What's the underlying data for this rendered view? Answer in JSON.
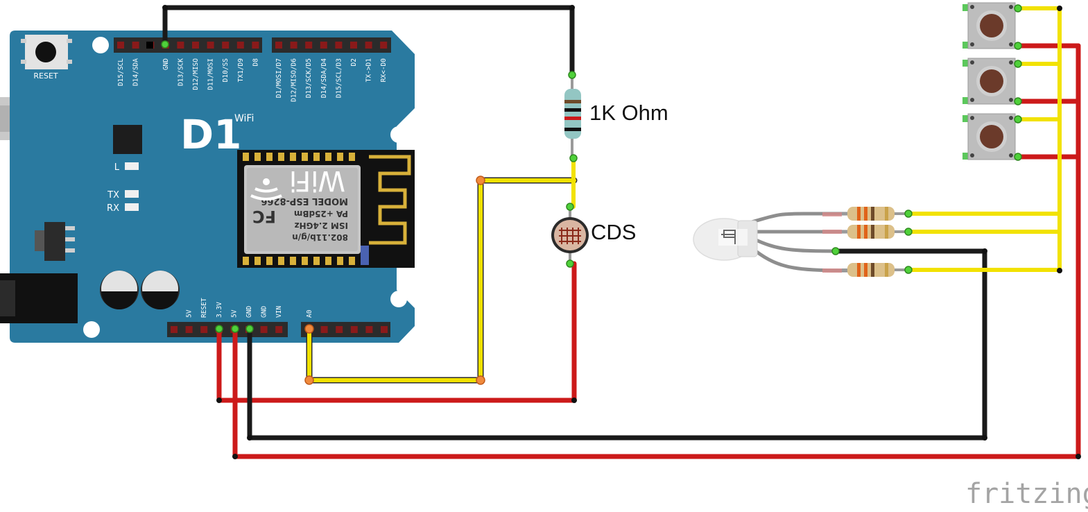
{
  "board": {
    "logo": "D1",
    "logo_sup": "WiFi",
    "reset_label": "RESET",
    "led_labels": [
      "L",
      "TX",
      "RX"
    ],
    "top_header_left": [
      "D15/SCL",
      "D14/SDA",
      "",
      "GND",
      "D13/SCK",
      "D12/MISO",
      "D11/MOSI",
      "D10/SS",
      "TX1/D9",
      "D8"
    ],
    "top_header_right": [
      "D1/MOSI/D7",
      "D12/MISO/D6",
      "D13/SCK/D5",
      "D14/SDA/D4",
      "D15/SCL/D3",
      "D2",
      "TX->D1",
      "RX<-D0"
    ],
    "bottom_header_left": [
      "",
      "5V",
      "RESET",
      "3.3V",
      "5V",
      "GND",
      "GND",
      "VIN"
    ],
    "bottom_header_right": [
      "A0",
      "",
      "",
      "",
      "",
      ""
    ]
  },
  "wifi_module": {
    "line1": "802.11b/g/n",
    "line2": "ISM 2.4GHz",
    "line3": "PA +25dBm",
    "line4": "MODEL  ESP-8266",
    "fc": "FC",
    "wifi": "WiFi"
  },
  "components": {
    "resistor_label": "1K Ohm",
    "cds_label": "CDS"
  },
  "watermark": "fritzing",
  "colors": {
    "board": "#2a7aa0",
    "wire_black": "#1a1a1a",
    "wire_red": "#cc1a1a",
    "wire_yellow": "#f2e200",
    "wire_gray": "#8e8e8e",
    "node_green": "#4fd13a",
    "node_orange": "#f08a3c"
  }
}
